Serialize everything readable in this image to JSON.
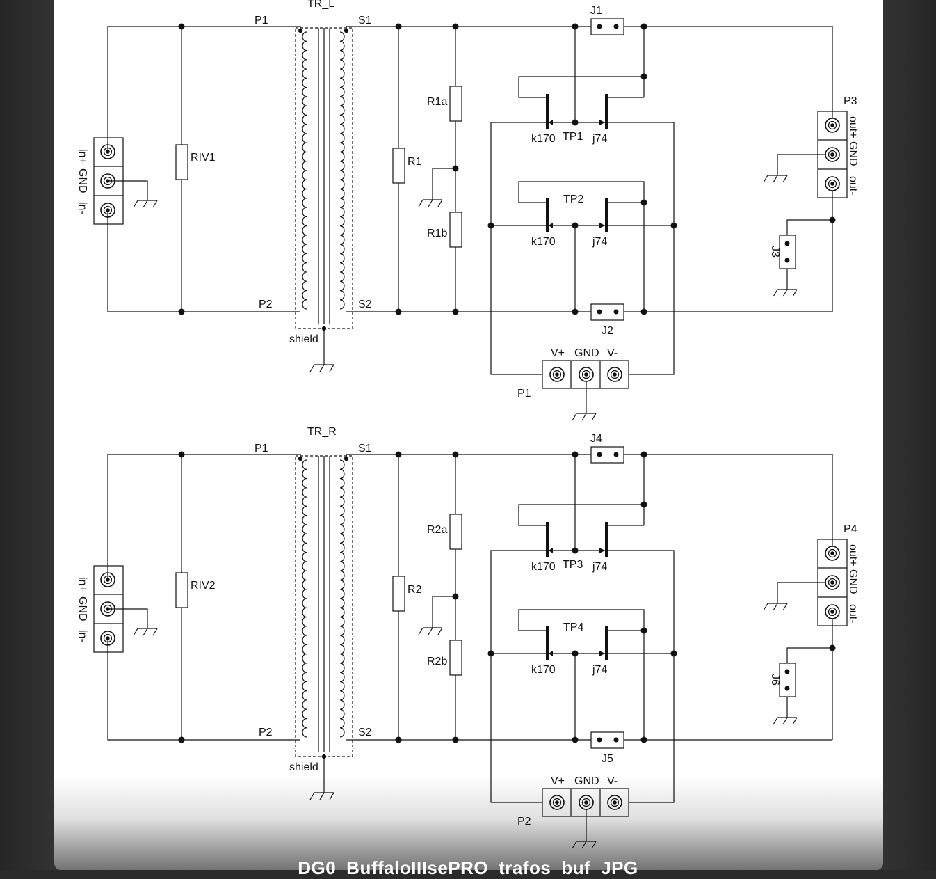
{
  "file_caption": "DG0_BuffaloIIIsePRO_trafos_buf_JPG",
  "channels": [
    {
      "transformer": "TR_L",
      "riv": "RIV1",
      "r_top": "R1a",
      "r_mid": "R1",
      "r_bot": "R1b",
      "tp_top": "TP1",
      "tp_bot": "TP2",
      "j_top": "J1",
      "j_bot": "J2",
      "j_out": "J3",
      "p_out": "P3",
      "p_psu": "P1"
    },
    {
      "transformer": "TR_R",
      "riv": "RIV2",
      "r_top": "R2a",
      "r_mid": "R2",
      "r_bot": "R2b",
      "tp_top": "TP3",
      "tp_bot": "TP4",
      "j_top": "J4",
      "j_bot": "J5",
      "j_out": "J6",
      "p_out": "P4",
      "p_psu": "P2"
    }
  ],
  "labels": {
    "in_plus": "in+",
    "gnd": "GND",
    "in_minus": "in-",
    "out_plus": "out+",
    "out_minus": "out-",
    "p1": "P1",
    "p2": "P2",
    "s1": "S1",
    "s2": "S2",
    "shield": "shield",
    "fet_n": "k170",
    "fet_p": "j74",
    "v_plus": "V+",
    "v_minus": "V-"
  }
}
